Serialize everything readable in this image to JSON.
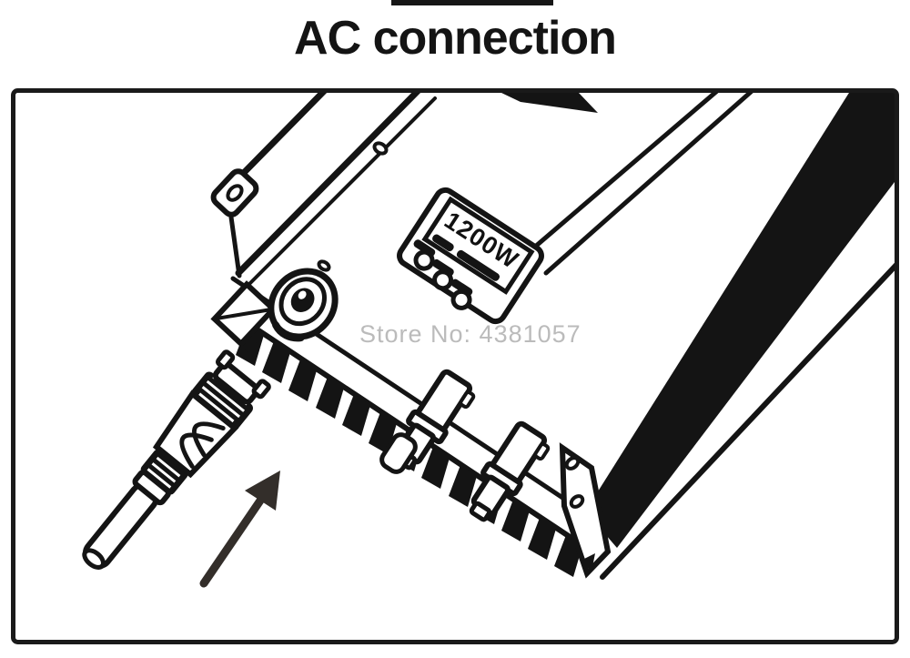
{
  "page": {
    "title": "AC connection"
  },
  "watermark": {
    "text": "Store No: 4381057",
    "color": "#b6b6b6"
  },
  "inverter": {
    "display_value": "1200W",
    "indicator_led_count": 3,
    "features": [
      "lcd-display",
      "ac-output-socket",
      "mc4-connector",
      "heatsink-fins",
      "mounting-ear"
    ]
  },
  "annotation": {
    "arrow_color": "#332e2a"
  },
  "artwork": {
    "line_color": "#141414",
    "background": "#ffffff"
  }
}
